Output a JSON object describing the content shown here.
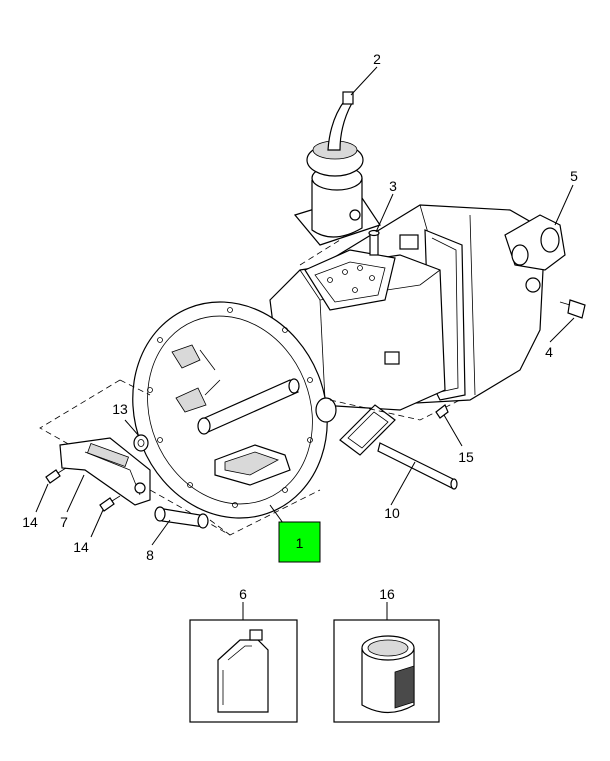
{
  "diagram": {
    "highlight_color": "#00ff00",
    "callouts": [
      {
        "id": "1",
        "label": "1",
        "highlighted": true
      },
      {
        "id": "2",
        "label": "2"
      },
      {
        "id": "3",
        "label": "3"
      },
      {
        "id": "4",
        "label": "4"
      },
      {
        "id": "5",
        "label": "5"
      },
      {
        "id": "6",
        "label": "6"
      },
      {
        "id": "7",
        "label": "7"
      },
      {
        "id": "8",
        "label": "8"
      },
      {
        "id": "10",
        "label": "10"
      },
      {
        "id": "13",
        "label": "13"
      },
      {
        "id": "14a",
        "label": "14"
      },
      {
        "id": "14b",
        "label": "14"
      },
      {
        "id": "15",
        "label": "15"
      },
      {
        "id": "16",
        "label": "16"
      }
    ]
  }
}
